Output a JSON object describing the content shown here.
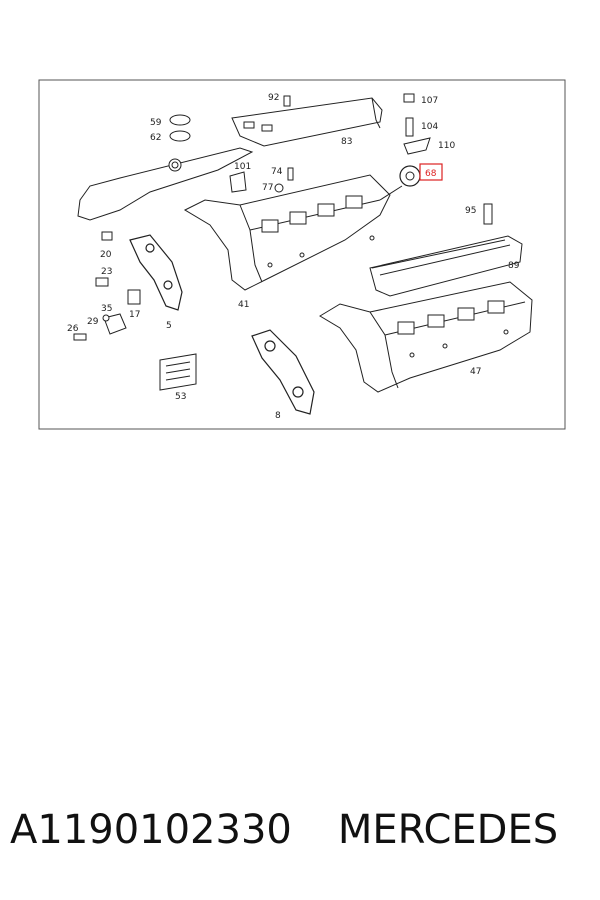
{
  "diagram": {
    "highlighted_part": "68",
    "parts": [
      {
        "id": "p59",
        "label": "59"
      },
      {
        "id": "p62",
        "label": "62"
      },
      {
        "id": "p92",
        "label": "92"
      },
      {
        "id": "p83",
        "label": "83"
      },
      {
        "id": "p107",
        "label": "107"
      },
      {
        "id": "p104",
        "label": "104"
      },
      {
        "id": "p110",
        "label": "110"
      },
      {
        "id": "p68",
        "label": "68"
      },
      {
        "id": "p101",
        "label": "101"
      },
      {
        "id": "p74",
        "label": "74"
      },
      {
        "id": "p77",
        "label": "77"
      },
      {
        "id": "p95",
        "label": "95"
      },
      {
        "id": "p20",
        "label": "20"
      },
      {
        "id": "p23",
        "label": "23"
      },
      {
        "id": "p35",
        "label": "35"
      },
      {
        "id": "p17",
        "label": "17"
      },
      {
        "id": "p5",
        "label": "5"
      },
      {
        "id": "p26",
        "label": "26"
      },
      {
        "id": "p29",
        "label": "29"
      },
      {
        "id": "p41",
        "label": "41"
      },
      {
        "id": "p89",
        "label": "89"
      },
      {
        "id": "p47",
        "label": "47"
      },
      {
        "id": "p53",
        "label": "53"
      },
      {
        "id": "p8",
        "label": "8"
      }
    ]
  },
  "caption": {
    "part_number": "A1190102330",
    "brand": "MERCEDES"
  },
  "colors": {
    "highlight": "#d22222",
    "line": "#222222"
  }
}
